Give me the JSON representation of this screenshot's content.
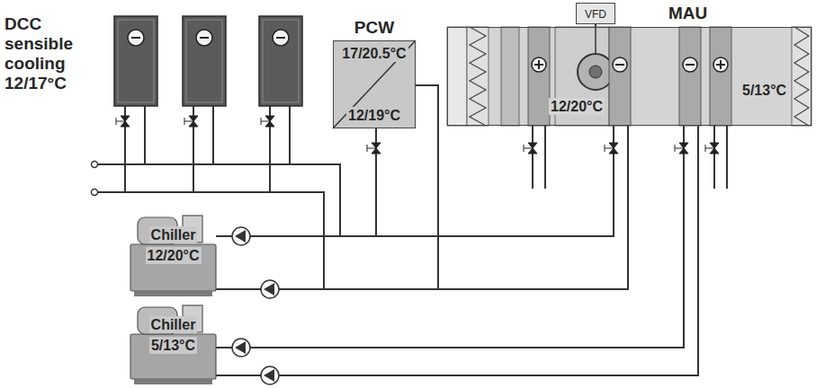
{
  "diagram": {
    "nodes": [
      {
        "text": [
          "PCW",
          "17/20.5°C",
          "12/19°C"
        ]
      },
      {
        "text": [
          "VFD"
        ]
      },
      {
        "text": [
          "MAU",
          "12/20°C",
          "5/13°C"
        ]
      },
      {
        "text": [
          "Chiller",
          "12/20°C"
        ]
      },
      {
        "text": [
          "Chiller",
          "5/13°C"
        ]
      }
    ],
    "edges": [
      {
        "from": 1,
        "to": 2,
        "arrow": "none"
      },
      {
        "from": 3,
        "to": 0,
        "arrow": "none"
      },
      {
        "from": 3,
        "to": 2,
        "arrow": "none"
      },
      {
        "from": 4,
        "to": 2,
        "arrow": "none"
      }
    ],
    "labels": [
      "DCC sensible cooling 12/17°C"
    ]
  }
}
